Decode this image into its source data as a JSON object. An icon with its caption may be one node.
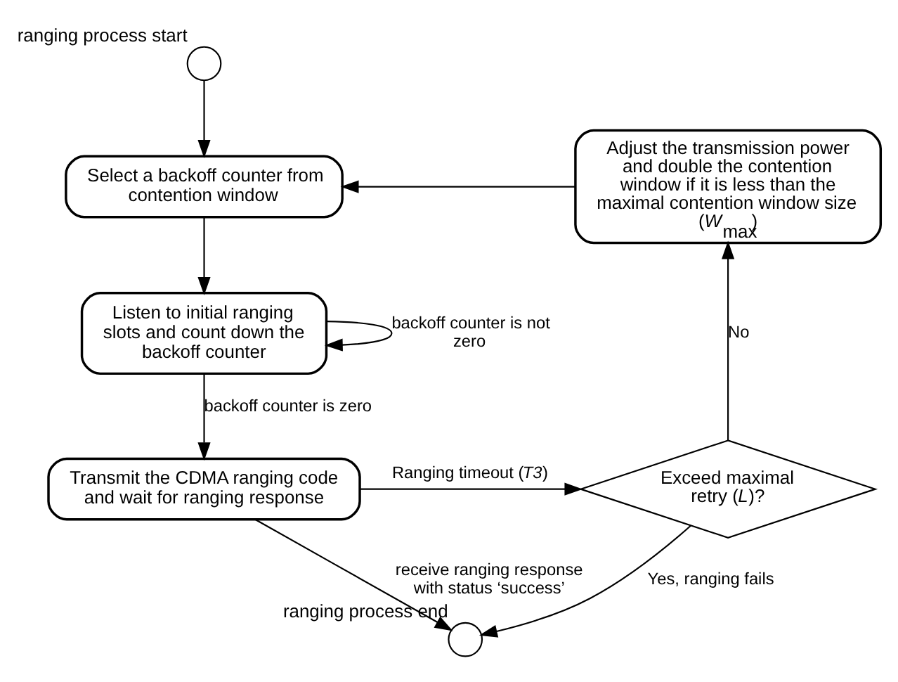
{
  "diagram": {
    "nodes": [
      {
        "text": [],
        "shape": "circle",
        "beside": [
          "ranging process start"
        ]
      },
      {
        "text": [
          "Select a backoff counter from contention window"
        ]
      },
      {
        "text": [
          "Listen to initial ranging slots and count down the backoff counter"
        ]
      },
      {
        "text": [
          "Transmit the CDMA ranging code and wait for ranging response"
        ]
      },
      {
        "text": [
          "Exceed maximal retry (*L*)?"
        ]
      },
      {
        "text": [
          "Adjust the transmission power and double the contention window if it is less than the maximal contention window size (*W*$_{max}$)"
        ]
      },
      {
        "text": [],
        "shape": "circle",
        "beside": [
          "ranging process end"
        ]
      }
    ],
    "edges": [
      {
        "from": 0,
        "to": 1,
        "arrow": "to"
      },
      {
        "from": 1,
        "to": 2,
        "arrow": "to"
      },
      {
        "from": 2,
        "to": 2,
        "arrow": "to",
        "label": "backoff counter is not zero"
      },
      {
        "from": 2,
        "to": 3,
        "arrow": "to",
        "label": "backoff counter is zero"
      },
      {
        "from": 3,
        "to": 4,
        "arrow": "to",
        "label": "Ranging timeout (*T3*)"
      },
      {
        "from": 4,
        "to": 5,
        "arrow": "to",
        "label": "No"
      },
      {
        "from": 5,
        "to": 1,
        "arrow": "to"
      },
      {
        "from": 3,
        "to": 6,
        "arrow": "to",
        "label": "receive ranging response with status ‘success’"
      },
      {
        "from": 4,
        "to": 6,
        "arrow": "to",
        "label": "Yes, ranging fails"
      }
    ]
  }
}
